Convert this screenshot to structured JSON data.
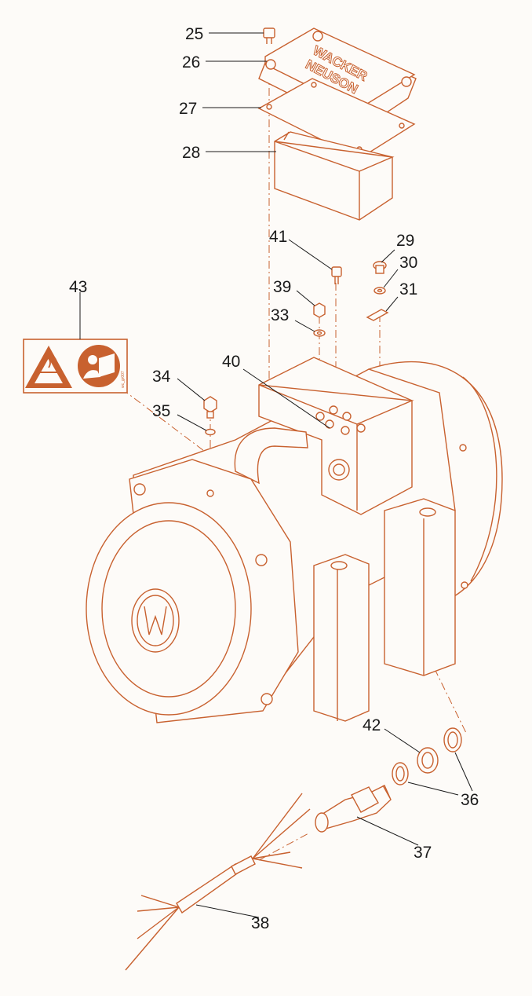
{
  "diagram": {
    "callouts": [
      "25",
      "26",
      "27",
      "28",
      "29",
      "30",
      "31",
      "33",
      "34",
      "35",
      "36",
      "37",
      "38",
      "39",
      "40",
      "41",
      "42",
      "43"
    ],
    "cover_logo_line1": "WACKER",
    "cover_logo_line2": "NEUSON",
    "label_code": "wc_gr007",
    "colors": {
      "line": "#c8612f",
      "text": "#1a1a1a",
      "background": "#fdfbf8"
    }
  }
}
